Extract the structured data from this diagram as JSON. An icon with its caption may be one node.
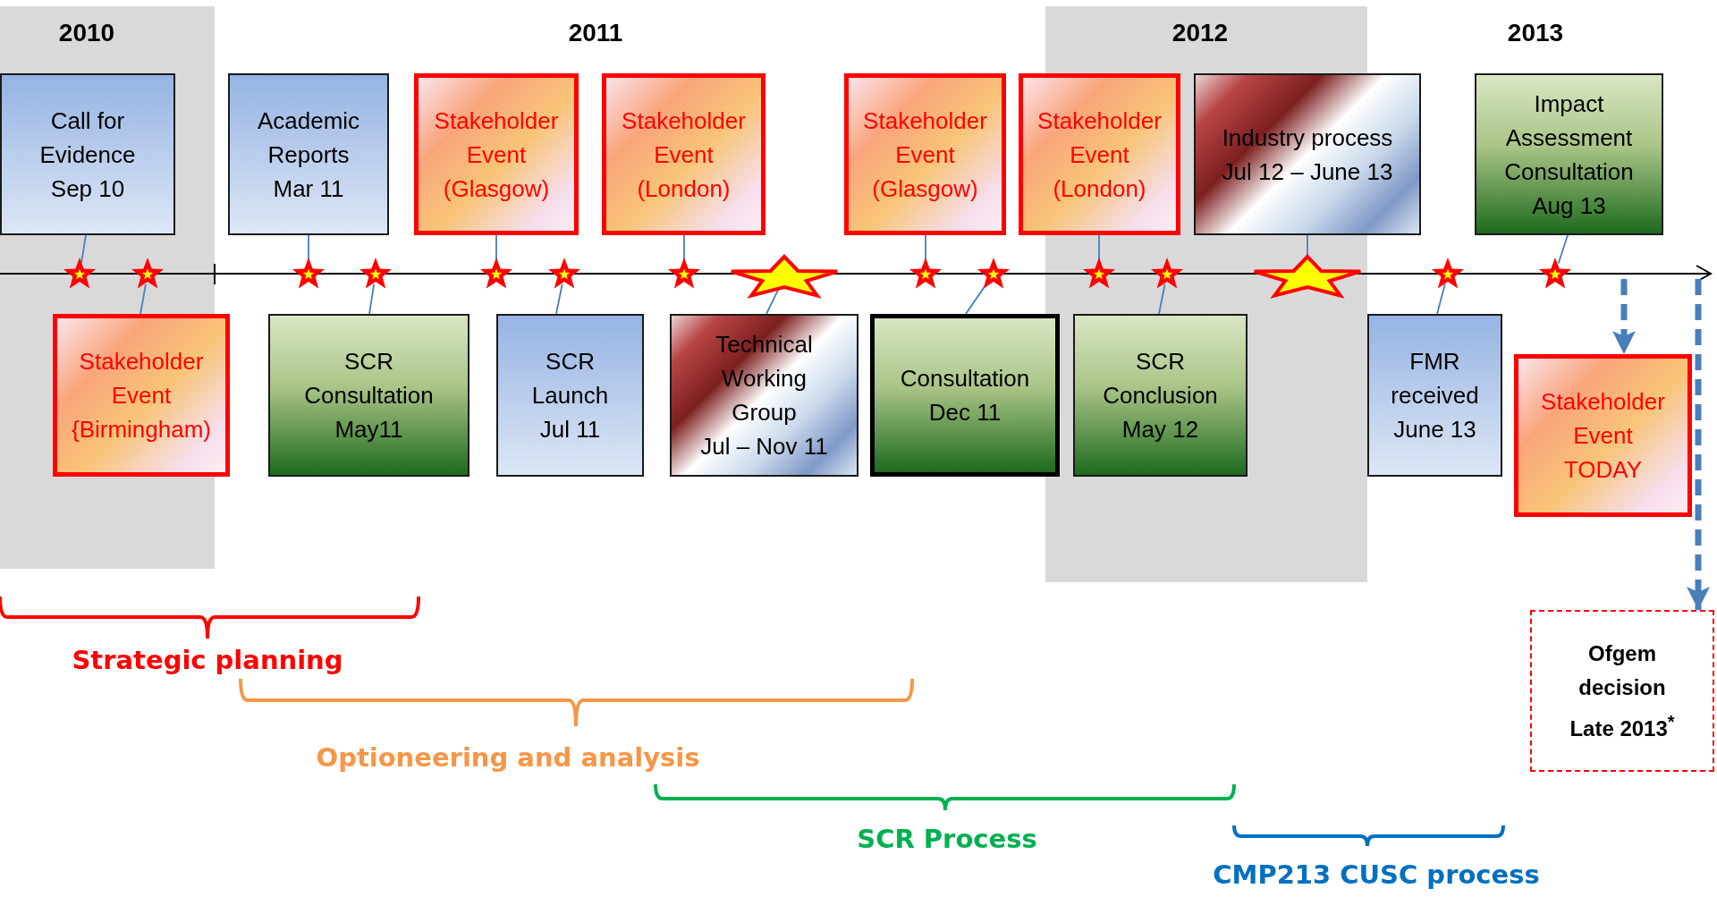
{
  "diagram": {
    "nodes": [
      {
        "text": [
          "Call for Evidence Sep 10"
        ]
      },
      {
        "text": [
          "Academic Reports Mar 11"
        ]
      },
      {
        "text": [
          "Stakeholder Event (Glasgow)"
        ]
      },
      {
        "text": [
          "Stakeholder Event (London)"
        ]
      },
      {
        "text": [
          "Stakeholder Event (Glasgow)"
        ]
      },
      {
        "text": [
          "Stakeholder Event (London)"
        ]
      },
      {
        "text": [
          "Industry process Jul 12 – June 13"
        ]
      },
      {
        "text": [
          "Impact Assessment Consultation Aug 13"
        ]
      },
      {
        "text": [],
        "shape": "star"
      },
      {
        "text": [],
        "shape": "star"
      },
      {
        "text": [],
        "shape": "star"
      },
      {
        "text": [],
        "shape": "star"
      },
      {
        "text": [],
        "shape": "star"
      },
      {
        "text": [],
        "shape": "star"
      },
      {
        "text": [],
        "shape": "star"
      },
      {
        "text": [],
        "shape": "star"
      },
      {
        "text": [],
        "shape": "star"
      },
      {
        "text": [],
        "shape": "star"
      },
      {
        "text": [],
        "shape": "star"
      },
      {
        "text": [],
        "shape": "star"
      },
      {
        "text": [],
        "shape": "star"
      },
      {
        "text": [],
        "shape": "star"
      },
      {
        "text": [],
        "shape": "star"
      },
      {
        "text": [
          "Stakeholder Event {Birmingham)"
        ]
      },
      {
        "text": [
          "SCR Consultation May11"
        ]
      },
      {
        "text": [
          "SCR Launch Jul 11"
        ]
      },
      {
        "text": [
          "Technical Working Group Jul – Nov 11"
        ]
      },
      {
        "text": [
          "Consultation Dec 11"
        ]
      },
      {
        "text": [
          "SCR Conclusion May 12"
        ]
      },
      {
        "text": [
          "FMR received June 13"
        ]
      },
      {
        "text": [
          "Stakeholder Event TODAY"
        ]
      },
      {
        "text": [
          "Ofgem decision Late 2013$^{*}$"
        ]
      }
    ],
    "edges": [
      {
        "from": 0,
        "to": 8,
        "arrow": "none"
      },
      {
        "from": 1,
        "to": 10,
        "arrow": "none"
      },
      {
        "from": 2,
        "to": 12,
        "arrow": "none"
      },
      {
        "from": 3,
        "to": 14,
        "arrow": "none"
      },
      {
        "from": 4,
        "to": 16,
        "arrow": "none"
      },
      {
        "from": 5,
        "to": 18,
        "arrow": "none"
      },
      {
        "from": 6,
        "to": 20,
        "arrow": "none"
      },
      {
        "from": 7,
        "to": 22,
        "arrow": "none"
      },
      {
        "from": 23,
        "to": 9,
        "arrow": "none"
      },
      {
        "from": 24,
        "to": 11,
        "arrow": "none"
      },
      {
        "from": 25,
        "to": 13,
        "arrow": "none"
      },
      {
        "from": 26,
        "to": 15,
        "arrow": "none"
      },
      {
        "from": 27,
        "to": 17,
        "arrow": "none"
      },
      {
        "from": 28,
        "to": 19,
        "arrow": "none"
      },
      {
        "from": 29,
        "to": 21,
        "arrow": "none"
      },
      {
        "from": null,
        "to": 30,
        "arrow": "to",
        "style": "dashed"
      },
      {
        "from": null,
        "to": 31,
        "arrow": "to",
        "style": "dashed"
      }
    ],
    "labels": [
      "2010",
      "2011",
      "2012",
      "2013",
      "Strategic planning",
      "Optioneering and analysis",
      "SCR Process",
      "CMP213 CUSC process"
    ]
  }
}
